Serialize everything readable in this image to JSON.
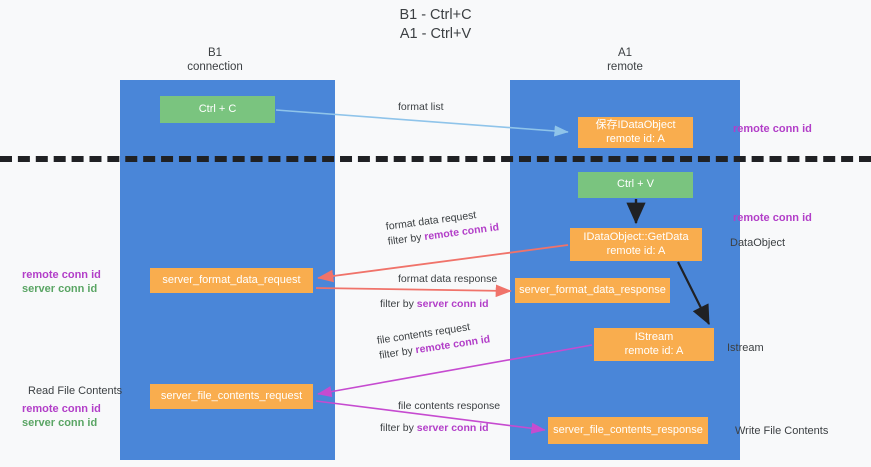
{
  "title": {
    "line1": "B1 - Ctrl+C",
    "line2": "A1 - Ctrl+V"
  },
  "columns": [
    {
      "name": "B1",
      "role": "connection"
    },
    {
      "name": "A1",
      "role": "remote"
    }
  ],
  "boxes": {
    "ctrl_c": {
      "label": "Ctrl + C",
      "color": "#7ac47f"
    },
    "ctrl_v": {
      "label": "Ctrl + V",
      "color": "#7ac47f"
    },
    "data_object": {
      "line1": "保存IDataObject",
      "line2": "remote id: A",
      "color": "#f9ad4e"
    },
    "get_data": {
      "line1": "IDataObject::GetData",
      "line2": "remote id: A",
      "color": "#f9ad4e"
    },
    "istream": {
      "line1": "IStream",
      "line2": "remote id: A",
      "color": "#f9ad4e"
    },
    "server_format_data_request": {
      "label": "server_format_data_request",
      "color": "#f9ad4e"
    },
    "server_format_data_response": {
      "label": "server_format_data_response",
      "color": "#f9ad4e"
    },
    "server_file_contents_request": {
      "label": "server_file_contents_request",
      "color": "#f9ad4e"
    },
    "server_file_contents_response": {
      "label": "server_file_contents_response",
      "color": "#f9ad4e"
    }
  },
  "arrow_labels": {
    "format_list": "format list",
    "format_data_request": "format data request",
    "format_data_request_filter_prefix": "filter by ",
    "format_data_request_filter_key": "remote conn id",
    "format_data_response": "format data response",
    "format_data_response_filter_prefix": "filter by ",
    "format_data_response_filter_key": "server conn id",
    "file_contents_request": "file contents request",
    "file_contents_request_filter_prefix": "filter by ",
    "file_contents_request_filter_key": "remote conn id",
    "file_contents_response": "file contents response",
    "file_contents_response_filter_prefix": "filter by ",
    "file_contents_response_filter_key": "server conn id"
  },
  "side_labels": {
    "right_remote_conn_id_top": "remote conn id",
    "right_remote_conn_id_mid": "remote conn id",
    "right_dataobject": "DataObject",
    "right_istream": "Istream",
    "right_write_file_contents": "Write File Contents",
    "left_remote_conn_id_1": "remote conn id",
    "left_server_conn_id_1": "server conn id",
    "left_read_file_contents": "Read File Contents",
    "left_remote_conn_id_2": "remote conn id",
    "left_server_conn_id_2": "server conn id"
  },
  "colors": {
    "lane_blue": "#4a86d8",
    "green_box": "#7ac47f",
    "orange_box": "#f9ad4e",
    "purple_text": "#b23ec8",
    "green_text": "#5aa564",
    "arrow_lightblue": "#8fc4ea",
    "arrow_red": "#f0736a",
    "arrow_magenta": "#c64bd0",
    "arrow_black": "#202124",
    "divider": "#202124",
    "background": "#f8f9fa"
  }
}
